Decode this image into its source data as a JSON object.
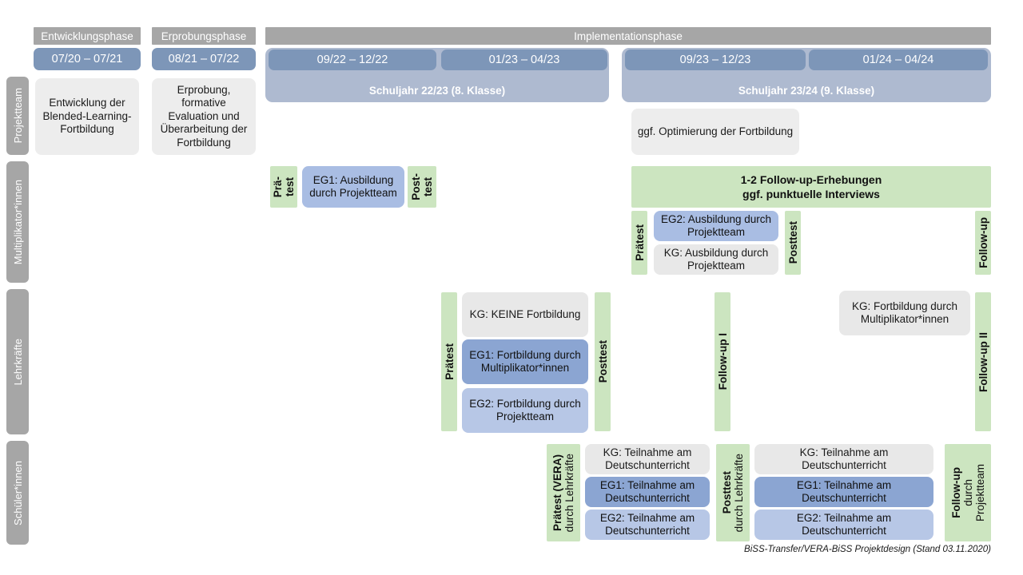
{
  "document": {
    "title": "BiSS-Transfer/VERA-BiSS Projektdesign",
    "footer_note": "BiSS-Transfer/VERA-BiSS Projektdesign (Stand 03.11.2020)"
  },
  "colors": {
    "phase_header": "#a6a6a6",
    "date_bar": "#7d96b8",
    "school_band": "#aebad0",
    "row_label": "#a6a6a6",
    "green": "#cce5c0",
    "gray_card": "#e8e8e8",
    "blue_dark": "#8ba5d2",
    "blue_mid": "#a9bde3",
    "blue_light": "#b7c7e6"
  },
  "phases": [
    {
      "label": "Entwicklungsphase"
    },
    {
      "label": "Erprobungsphase"
    },
    {
      "label": "Implementationsphase"
    }
  ],
  "periods": [
    {
      "label": "07/20 – 07/21"
    },
    {
      "label": "08/21 – 07/22"
    },
    {
      "label": "09/22 – 12/22"
    },
    {
      "label": "01/23 – 04/23"
    },
    {
      "label": "09/23 – 12/23"
    },
    {
      "label": "01/24 – 04/24"
    }
  ],
  "school_years": [
    {
      "label": "Schuljahr 22/23 (8. Klasse)"
    },
    {
      "label": "Schuljahr 23/24 (9. Klasse)"
    }
  ],
  "rows": [
    {
      "label": "Projektteam"
    },
    {
      "label": "Multiplikator*innen"
    },
    {
      "label": "Lehrkräfte"
    },
    {
      "label": "Schüler*innen"
    }
  ],
  "projektteam": {
    "entwicklung": "Entwicklung der Blended-Learning-Fortbildung",
    "erprobung": "Erprobung, formative Evaluation und Überarbeitung der Fortbildung",
    "optimierung": "ggf. Optimierung der Fortbildung"
  },
  "multiplikatoren": {
    "praetest_line1": "Prä-",
    "praetest_line2": "test",
    "posttest_line1": "Post-",
    "posttest_line2": "test",
    "eg1": "EG1: Ausbildung durch Projektteam",
    "followup_band": "1-2 Follow-up-Erhebungen\nggf. punktuelle Interviews",
    "followup_band_line1": "1-2 Follow-up-Erhebungen",
    "followup_band_line2": "ggf. punktuelle Interviews",
    "praetest2": "Prätest",
    "posttest2": "Posttest",
    "followup": "Follow-up",
    "eg2": "EG2: Ausbildung durch Projektteam",
    "kg": "KG: Ausbildung durch Projektteam"
  },
  "lehrkraefte": {
    "praetest": "Prätest",
    "posttest": "Posttest",
    "followup_1": "Follow-up I",
    "followup_2": "Follow-up II",
    "kg_keine": "KG:  KEINE Fortbildung",
    "eg1": "EG1: Fortbildung durch Multiplikator*innen",
    "eg2": "EG2: Fortbildung durch Projektteam",
    "kg_multi": "KG: Fortbildung durch Multiplikator*innen"
  },
  "schueler": {
    "praetest_bold": "Prätest (VERA)",
    "praetest_reg": "durch Lehrkräfte",
    "posttest_bold": "Posttest",
    "posttest_reg": "durch Lehrkräfte",
    "followup_bold": "Follow-up",
    "followup_reg1": "durch",
    "followup_reg2": "Projektteam",
    "left_kg": "KG: Teilnahme am Deutschunterricht",
    "left_eg1": "EG1: Teilnahme am Deutschunterricht",
    "left_eg2": "EG2: Teilnahme am Deutschunterricht",
    "right_kg": "KG: Teilnahme am Deutschunterricht",
    "right_eg1": "EG1: Teilnahme am Deutschunterricht",
    "right_eg2": "EG2: Teilnahme am Deutschunterricht"
  }
}
